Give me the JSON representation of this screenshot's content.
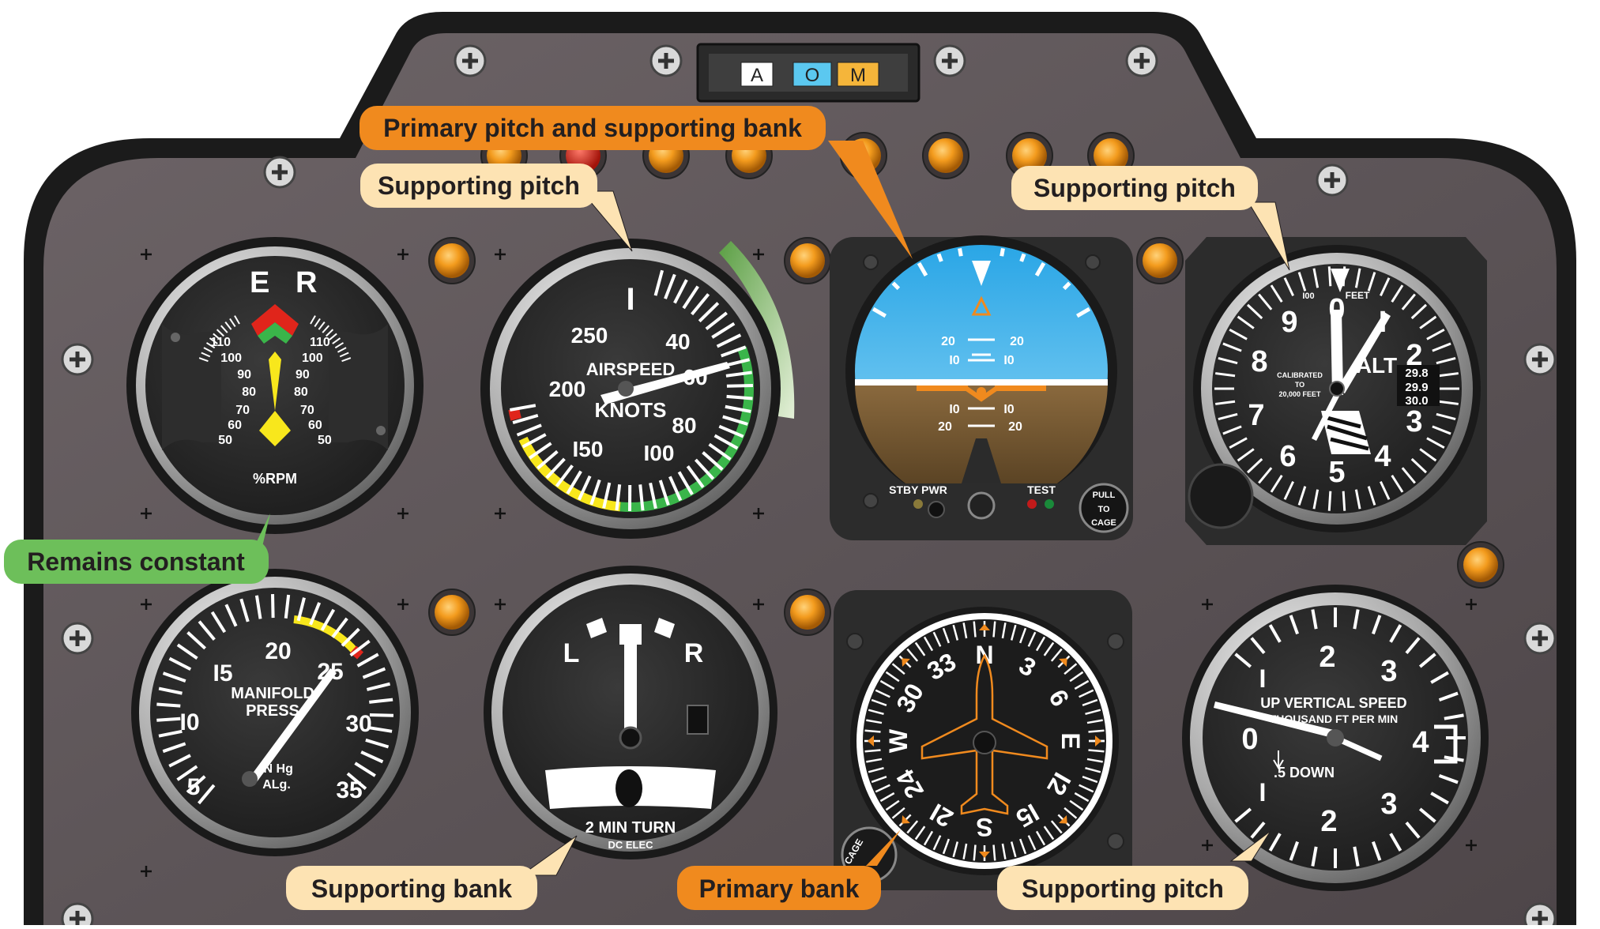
{
  "mode_selector": {
    "buttons": [
      {
        "label": "A",
        "color": "#ffffff"
      },
      {
        "label": "O",
        "color": "#5bc8f0"
      },
      {
        "label": "M",
        "color": "#f5b53a"
      }
    ]
  },
  "callouts": {
    "rpm": "Remains constant",
    "airspeed": "Supporting pitch",
    "attitude": "Primary pitch and supporting bank",
    "altimeter": "Supporting pitch",
    "turn": "Supporting bank",
    "heading": "Primary bank",
    "vsi": "Supporting pitch"
  },
  "callout_colors": {
    "green": "#6dbf5a",
    "orange": "#f08a1e",
    "beige": "#fde3b3"
  },
  "tachometer": {
    "left_label": "E",
    "right_label": "R",
    "scale_left": [
      "110",
      "100",
      "90",
      "80",
      "70",
      "60",
      "50"
    ],
    "scale_right": [
      "110",
      "100",
      "90",
      "80",
      "70",
      "60",
      "50"
    ],
    "unit": "%RPM"
  },
  "airspeed": {
    "title": "AIRSPEED",
    "unit": "KNOTS",
    "marks": [
      "I",
      "40",
      "60",
      "80",
      "I00",
      "I50",
      "200",
      "250"
    ]
  },
  "attitude": {
    "pitch_marks": [
      "20",
      "I0",
      "I0",
      "20"
    ],
    "stby_label": "STBY PWR",
    "test_label": "TEST",
    "pull_label": "PULL",
    "to_label": "TO",
    "cage_label": "CAGE"
  },
  "altimeter": {
    "numbers": [
      "0",
      "I",
      "2",
      "3",
      "4",
      "5",
      "6",
      "7",
      "8",
      "9"
    ],
    "alt_label": "ALT",
    "small_top": "I00",
    "feet": "FEET",
    "calibrated": "CALIBRATED",
    "to_word": "TO",
    "ceiling": "20,000 FEET",
    "kollsman": [
      "29.8",
      "29.9",
      "30.0"
    ]
  },
  "manifold": {
    "title": "MANIFOLD",
    "title2": "PRESS",
    "marks": [
      "5",
      "I0",
      "I5",
      "20",
      "25",
      "30",
      "35"
    ],
    "unit1": "IN Hg",
    "unit2": "ALg."
  },
  "turn_coordinator": {
    "left": "L",
    "right": "R",
    "bottom1": "2  MIN  TURN",
    "bottom2": "DC   ELEC"
  },
  "heading": {
    "labels": [
      "W",
      "30",
      "33",
      "N",
      "3",
      "6",
      "E",
      "I2",
      "I5",
      "S",
      "2I",
      "24"
    ],
    "cage": "CAGE"
  },
  "vsi": {
    "title1": "UP VERTICAL SPEED",
    "title2": "THOUSAND FT PER MIN",
    "down": ".5 DOWN",
    "marks": [
      "I",
      "2",
      "3",
      "4",
      "3",
      "2",
      "I",
      "0"
    ]
  }
}
